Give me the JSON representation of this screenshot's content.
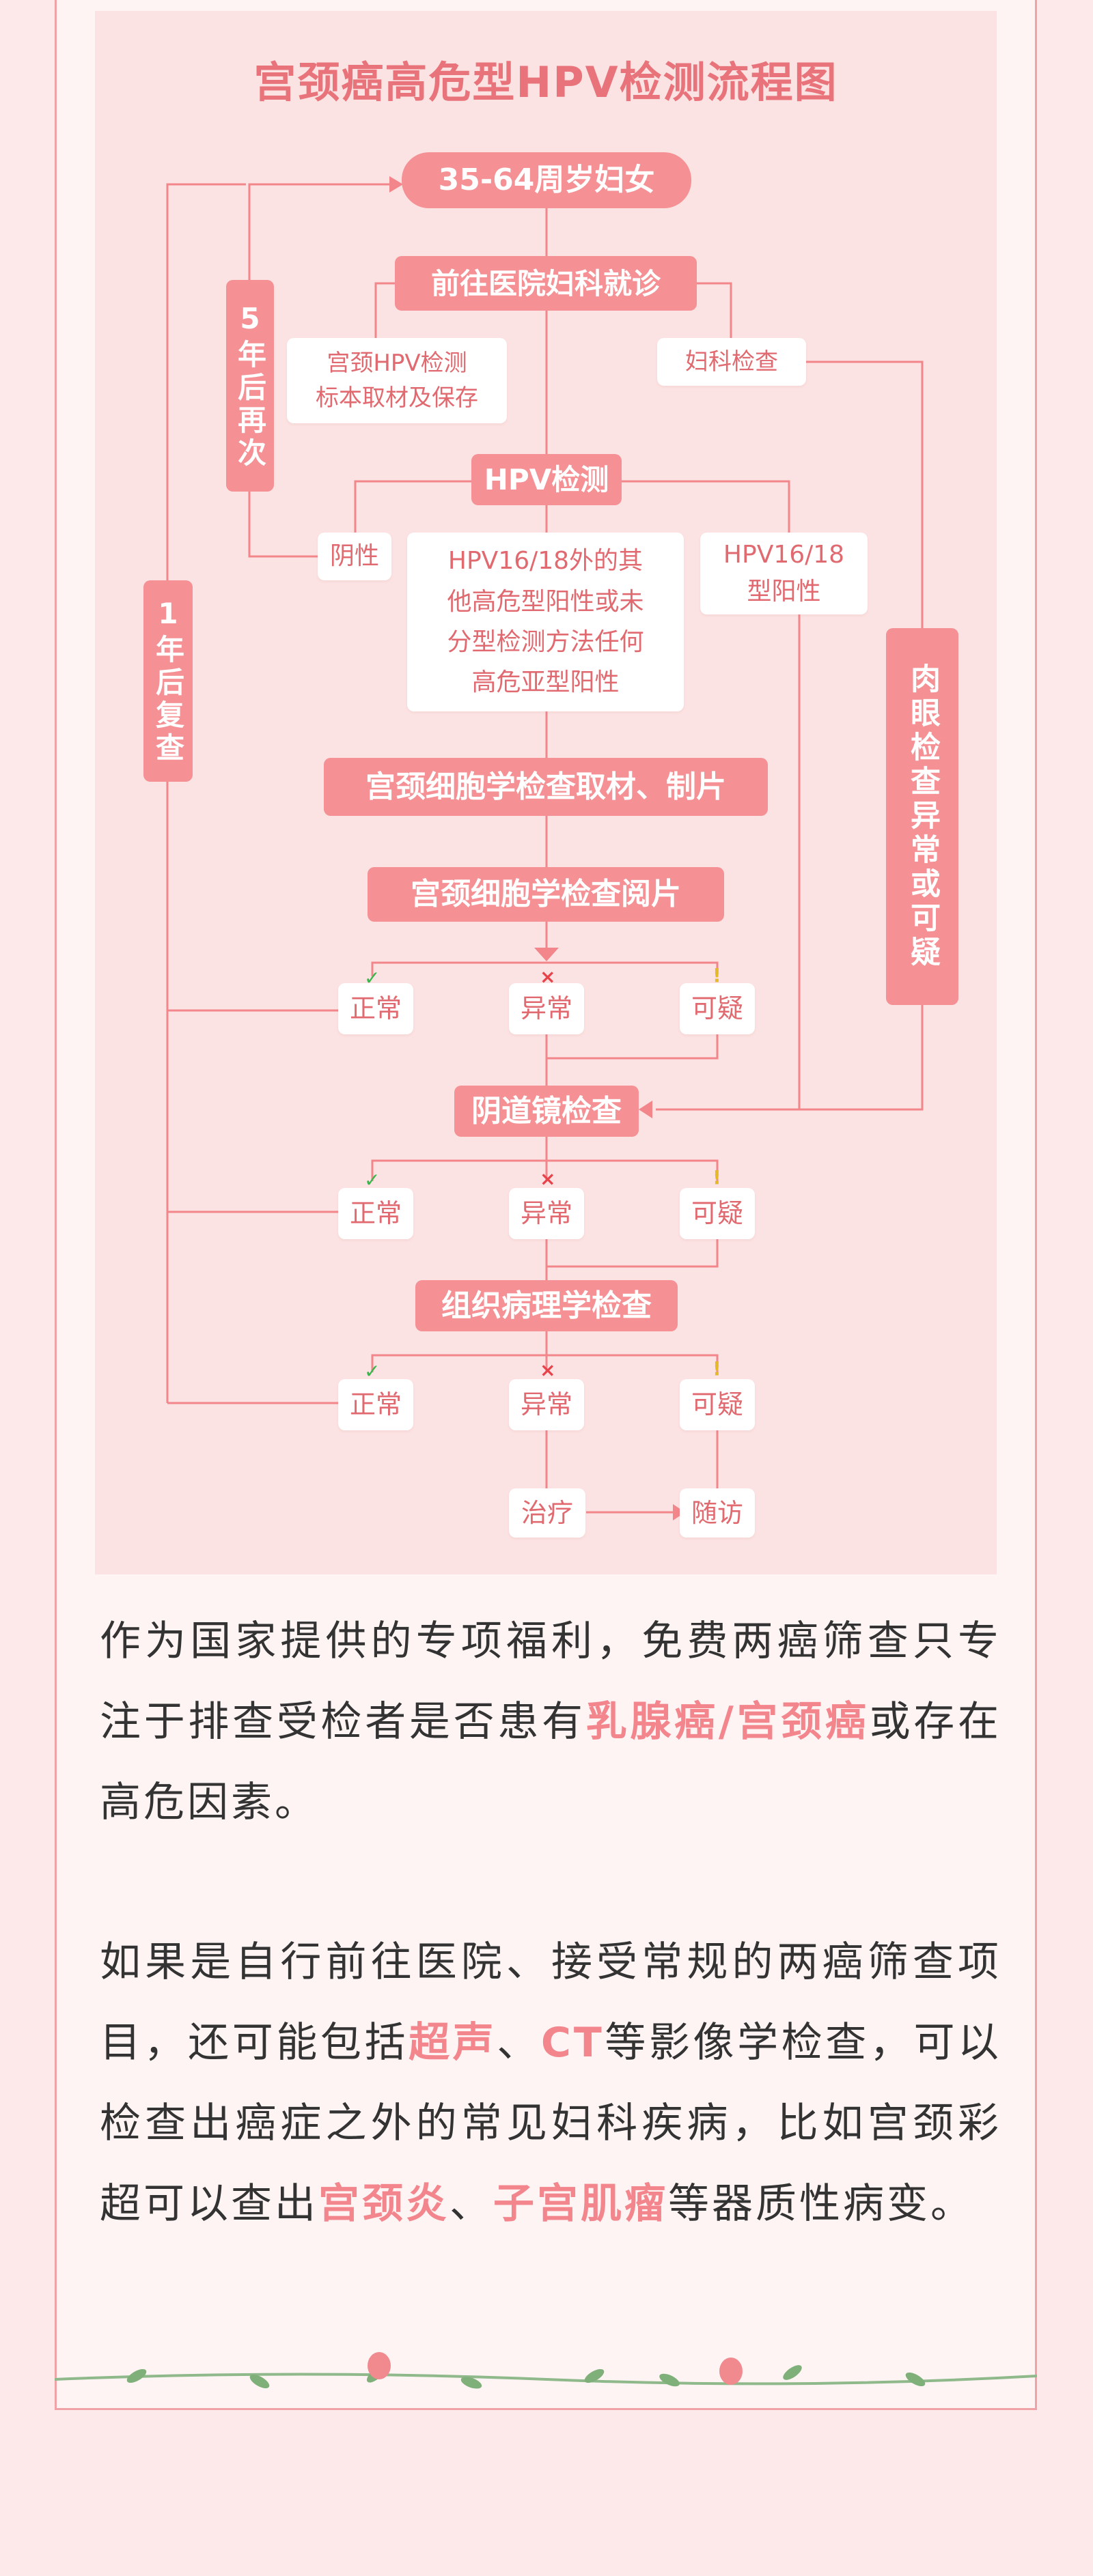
{
  "flowchart": {
    "title": "宫颈癌高危型HPV检测流程图",
    "nodes": {
      "start": "35-64周岁妇女",
      "hospital": "前往医院妇科就诊",
      "sample": "宫颈HPV检测\n标本取材及保存",
      "gyn_exam": "妇科检查",
      "hpv_test": "HPV检测",
      "negative": "阴性",
      "other_positive": "HPV16/18外的其\n他高危型阳性或未\n分型检测方法任何\n高危亚型阳性",
      "hpv1618_positive": "HPV16/18\n型阳性",
      "retest_5y": "5年后再次",
      "recheck_1y": "1年后复查",
      "visual_abnormal": "肉眼检查异常或可疑",
      "cytology_sampling": "宫颈细胞学检查取材、制片",
      "cytology_reading": "宫颈细胞学检查阅片",
      "colposcopy": "阴道镜检查",
      "histopathology": "组织病理学检查",
      "normal": "正常",
      "abnormal": "异常",
      "suspicious": "可疑",
      "treatment": "治疗",
      "follow_up": "随访"
    },
    "marks": {
      "check": "✓",
      "cross": "×",
      "warn": "!"
    },
    "colors": {
      "pink": "#f59094",
      "line": "#f2868b",
      "check": "#39b54a",
      "cross": "#e8424a",
      "warn": "#e5b928"
    }
  },
  "paragraph1": {
    "part1": "作为国家提供的专项福利，免费两癌筛查只专注于排查受检者是否患有",
    "hl1": "乳腺癌/宫颈癌",
    "part2": "或存在高危因素。"
  },
  "paragraph2": {
    "part1": "如果是自行前往医院、接受常规的两癌筛查项目，还可能包括",
    "hl1": "超声",
    "sep1": "、",
    "hl2": "CT",
    "part2": "等影像学检查，可以检查出癌症之外的常见妇科疾病，比如宫颈彩超可以查出",
    "hl3": "宫颈炎",
    "sep2": "、",
    "hl4": "子宫肌瘤",
    "part3": "等器质性病变。"
  }
}
